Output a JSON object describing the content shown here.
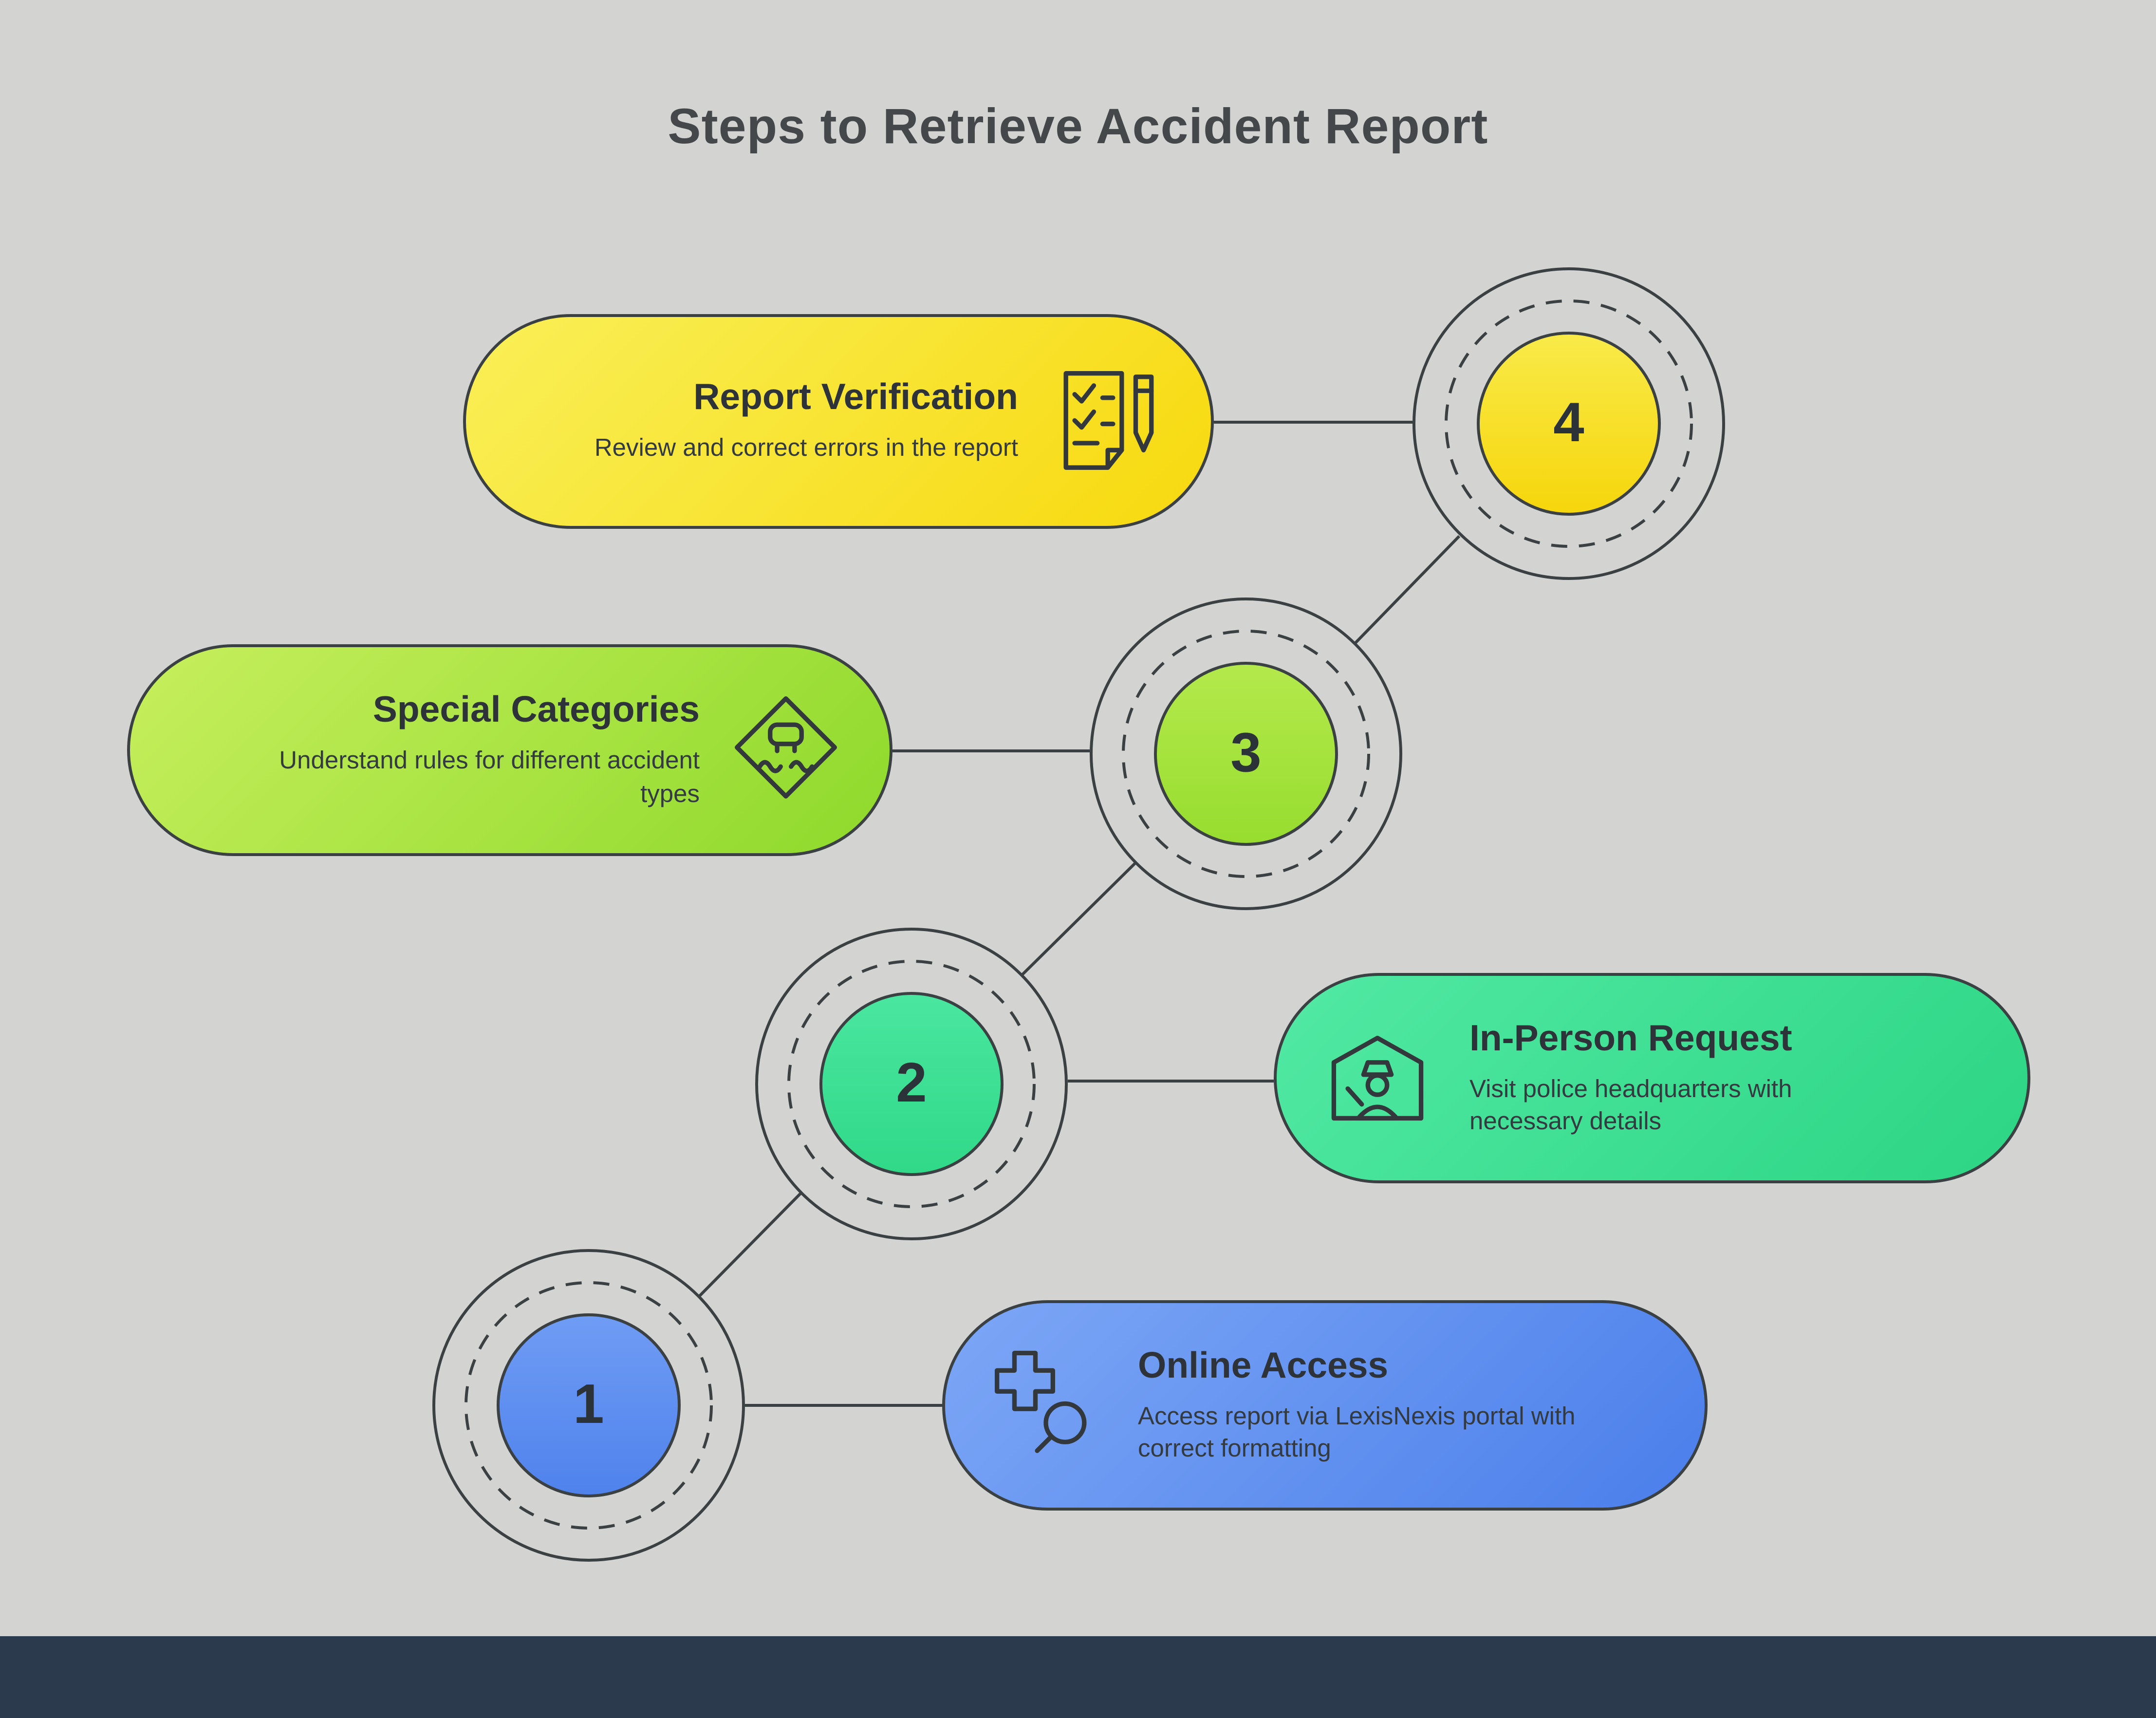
{
  "page": {
    "heading": "Steps to Retrieve Accident Report",
    "background_color": "#d3d4d2",
    "footer_color": "#2b3a4c",
    "outline_color": "#3b4043"
  },
  "steps": [
    {
      "number": "1",
      "label": "Online Access",
      "description": "Access report via LexisNexis portal with correct formatting",
      "icon": "plus-magnifier-icon",
      "accent_color": "#5e8cf0"
    },
    {
      "number": "2",
      "label": "In-Person Request",
      "description": "Visit police headquarters with necessary details",
      "icon": "police-officer-station-icon",
      "accent_color": "#3fe293"
    },
    {
      "number": "3",
      "label": "Special Categories",
      "description": "Understand rules for different accident types",
      "icon": "slippery-road-sign-icon",
      "accent_color": "#a6e23e"
    },
    {
      "number": "4",
      "label": "Report Verification",
      "description": "Review and correct errors in the report",
      "icon": "checklist-pen-icon",
      "accent_color": "#f8e22b"
    }
  ]
}
